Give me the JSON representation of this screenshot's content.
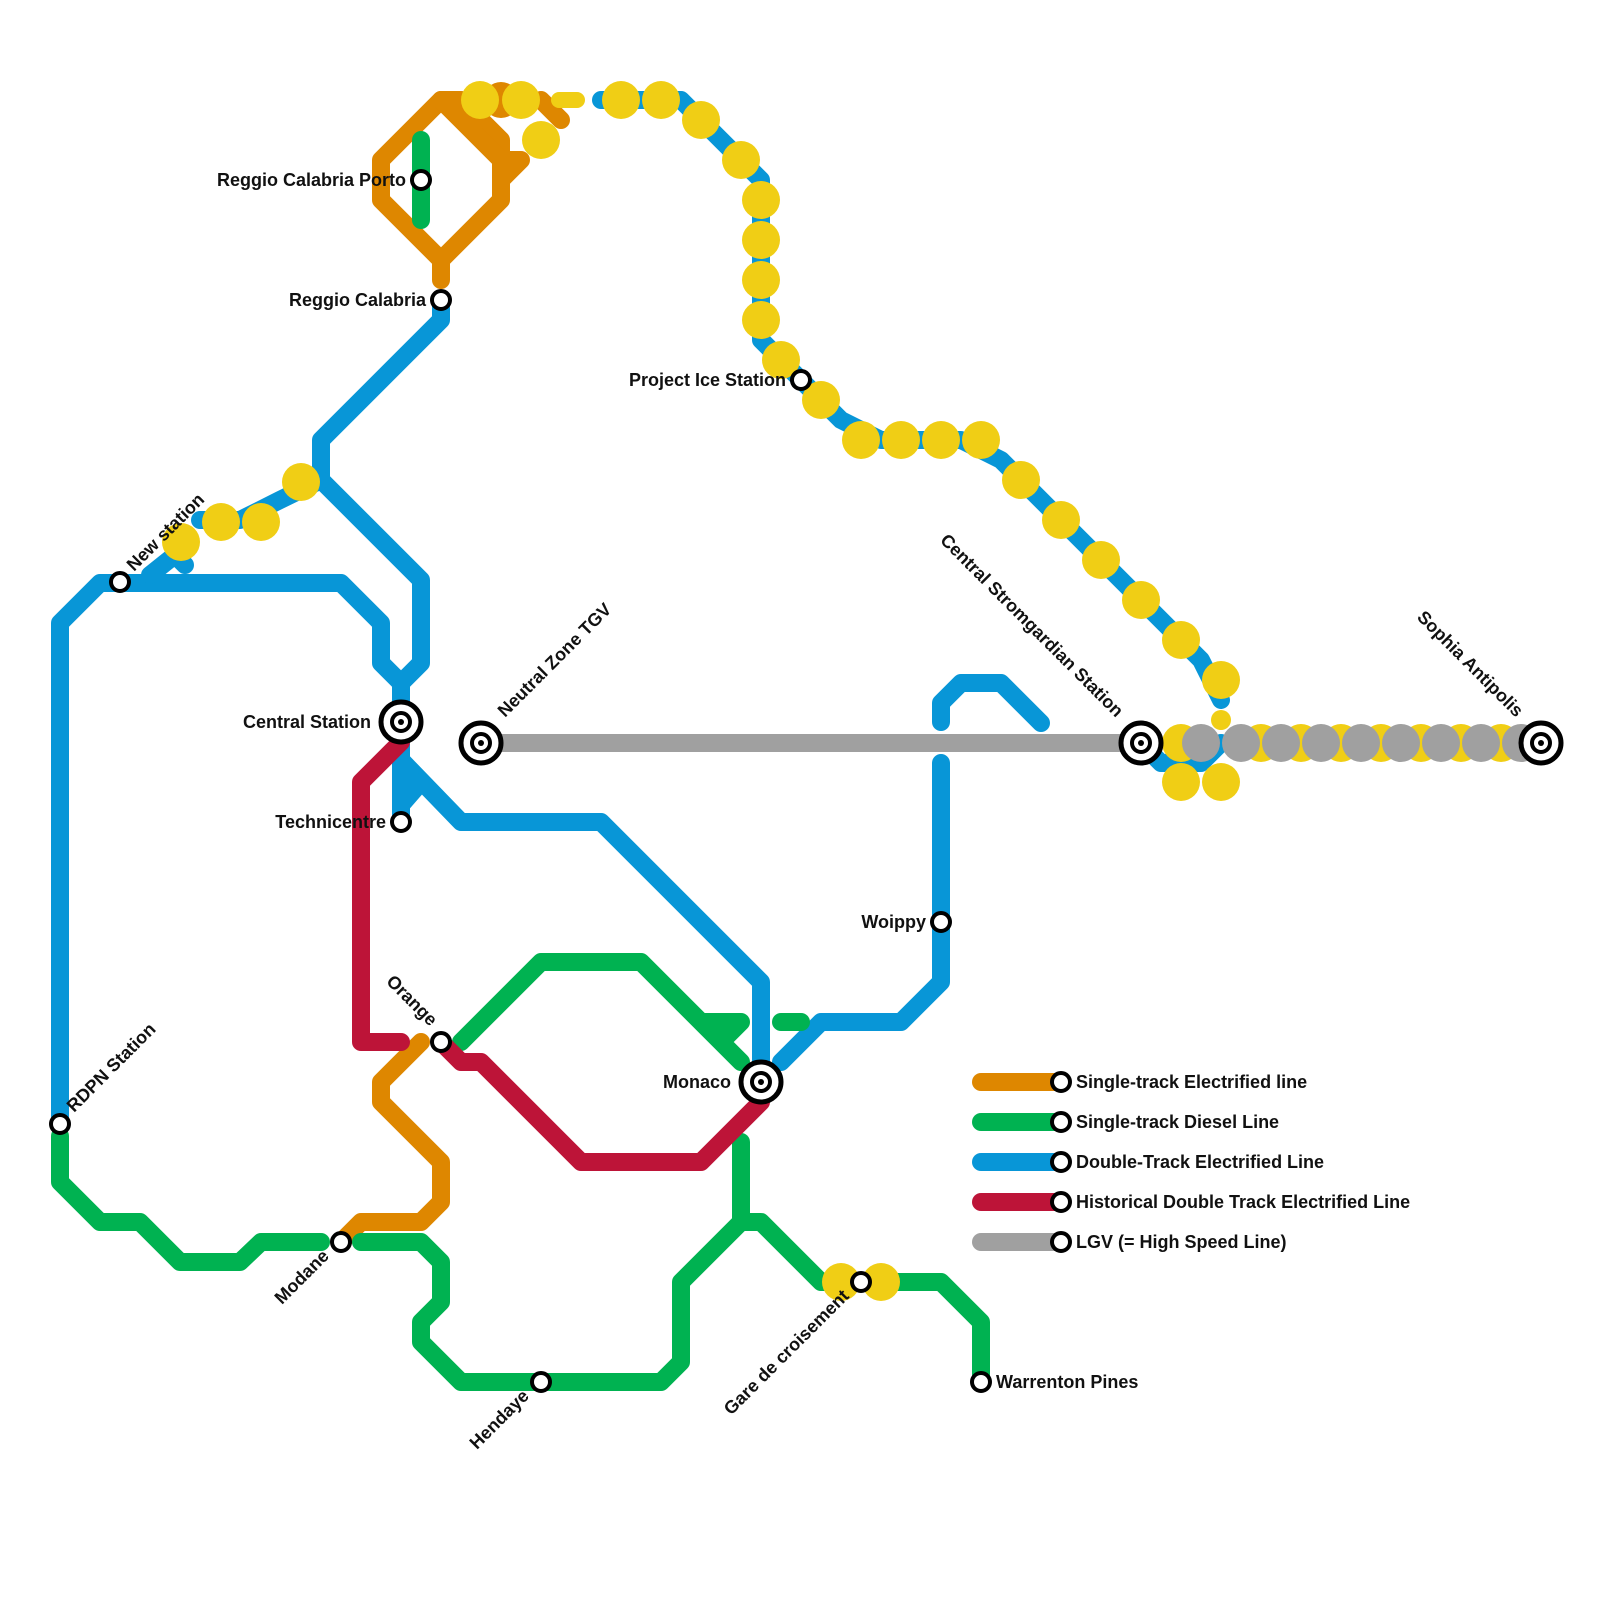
{
  "colors": {
    "orange": "#de8700",
    "green": "#00b251",
    "blue": "#0896d7",
    "red": "#bd1438",
    "gray": "#a0a0a0",
    "yellow": "#f0ce15"
  },
  "legend": {
    "items": [
      {
        "label": "Single-track Electrified line",
        "color": "#de8700"
      },
      {
        "label": "Single-track Diesel Line",
        "color": "#00b251"
      },
      {
        "label": "Double-Track Electrified Line",
        "color": "#0896d7"
      },
      {
        "label": "Historical Double Track Electrified Line",
        "color": "#bd1438"
      },
      {
        "label": "LGV (= High Speed Line)",
        "color": "#a0a0a0"
      }
    ]
  },
  "stations": {
    "reggio_calabria_porto": "Reggio Calabria Porto",
    "reggio_calabria": "Reggio Calabria",
    "project_ice_station": "Project Ice Station",
    "new_station": "New station",
    "central_station": "Central Station",
    "neutral_zone_tgv": "Neutral Zone TGV",
    "central_stromgardian_station": "Central Stromgardian Station",
    "sophia_antipolis": "Sophia Antipolis",
    "technicentre": "Technicentre",
    "woippy": "Woippy",
    "orange": "Orange",
    "monaco": "Monaco",
    "rdpn_station": "RDPN Station",
    "modane": "Modane",
    "hendaye": "Hendaye",
    "gare_de_croisement": "Gare de croisement",
    "warrenton_pines": "Warrenton Pines"
  }
}
